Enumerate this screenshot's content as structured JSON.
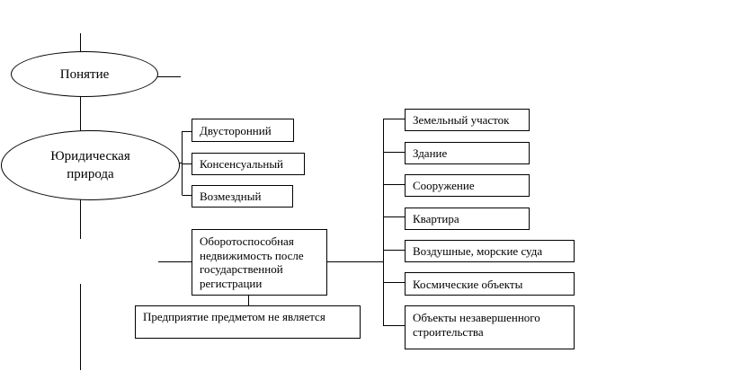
{
  "concept": {
    "label": "Понятие"
  },
  "legal_nature": {
    "label_line1": "Юридическая",
    "label_line2": "природа",
    "properties": [
      "Двусторонний",
      "Консенсуальный",
      "Возмездный"
    ]
  },
  "subject": {
    "label": "Оборотоспособная недвижимость после государственной регистрации",
    "note": "Предприятие предметом не является"
  },
  "objects": [
    "Земельный участок",
    "Здание",
    "Сооружение",
    "Квартира",
    "Воздушные, морские суда",
    "Космические объекты",
    "Объекты незавершенного строительства"
  ]
}
